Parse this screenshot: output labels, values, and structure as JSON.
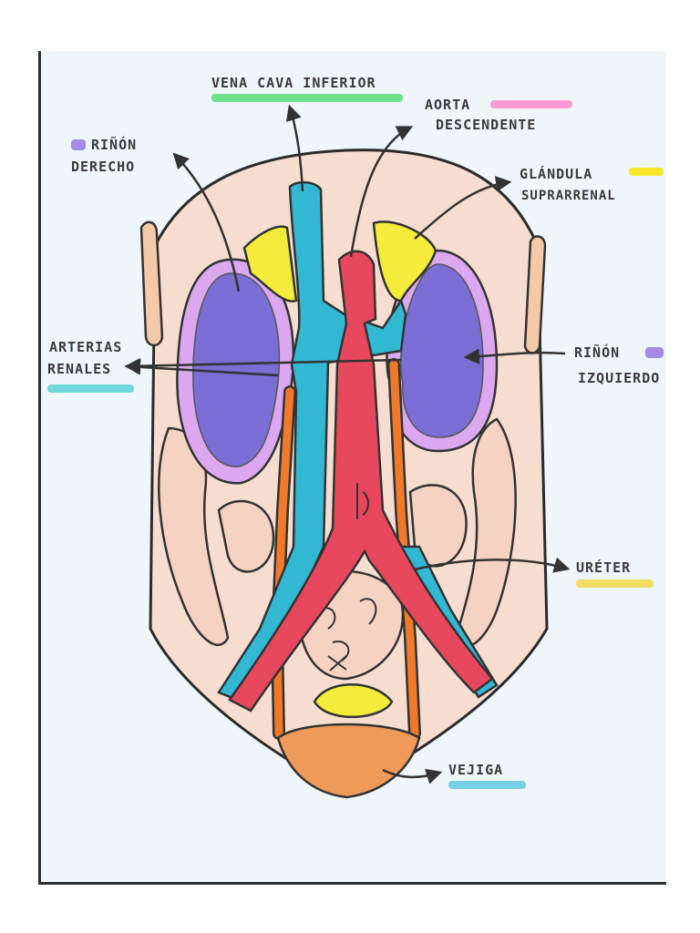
{
  "labels": {
    "vena_cava": "VENA CAVA INFERIOR",
    "aorta_1": "AORTA",
    "aorta_2": "DESCENDENTE",
    "rinon_der_1": "RIÑÓN",
    "rinon_der_2": "DERECHO",
    "glandula_1": "GLÁNDULA",
    "glandula_2": "SUPRARRENAL",
    "arterias_1": "ARTERIAS",
    "arterias_2": "RENALES",
    "rinon_izq_1": "RIÑÓN",
    "rinon_izq_2": "IZQUIERDO",
    "ureter": "URÉTER",
    "vejiga": "VEJIGA"
  },
  "colors": {
    "vena_cava": "#33b8d4",
    "aorta": "#e8485e",
    "kidney": "#7b6fd6",
    "kidney_rim": "#dba8f0",
    "adrenal": "#f4ec3a",
    "ureter": "#f07a2a",
    "bladder": "#ef9a58",
    "tissue": "#f4d4c0",
    "legend_green": "#6ee08e",
    "legend_pink": "#ff9bd2",
    "legend_yellow": "#f7e82e",
    "legend_purple": "#a58be8",
    "legend_cyan": "#6fd7dc",
    "legend_yellow_ureter": "#f3dc62",
    "legend_cyan_vejiga": "#76cfe6"
  }
}
